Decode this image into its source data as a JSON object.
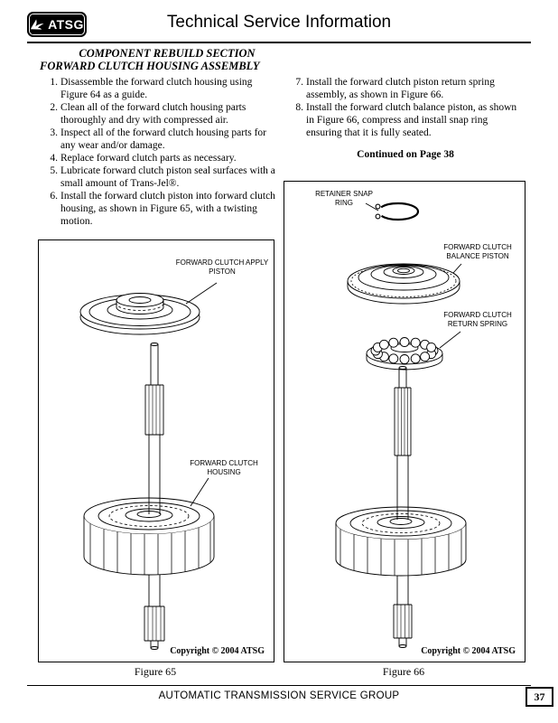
{
  "header": {
    "logo_text": "ATSG",
    "title": "Technical Service Information"
  },
  "section": {
    "title": "COMPONENT REBUILD SECTION",
    "subtitle": "FORWARD CLUTCH HOUSING ASSEMBLY"
  },
  "steps_left": [
    {
      "num": "1.",
      "text": "Disassemble the forward clutch housing using Figure 64 as a guide."
    },
    {
      "num": "2.",
      "text": "Clean all of the forward clutch housing parts thoroughly and dry with compressed air."
    },
    {
      "num": "3.",
      "text": "Inspect all of the forward clutch housing parts for any wear and/or damage."
    },
    {
      "num": "4.",
      "text": "Replace forward clutch parts as necessary."
    },
    {
      "num": "5.",
      "text": "Lubricate forward clutch piston seal surfaces with a small amount of Trans-Jel®."
    },
    {
      "num": "6.",
      "text": "Install the forward clutch piston into forward clutch housing, as shown in Figure 65, with a twisting motion."
    }
  ],
  "steps_right": [
    {
      "num": "7.",
      "text": "Install the forward clutch piston return spring assembly, as shown in Figure 66."
    },
    {
      "num": "8.",
      "text": "Install the forward clutch balance piston, as shown in Figure 66, compress and install snap ring ensuring that it is fully seated."
    }
  ],
  "continued_note": "Continued on Page 38",
  "figure65": {
    "caption": "Figure 65",
    "copyright": "Copyright © 2004 ATSG",
    "labels": {
      "apply_piston": "FORWARD CLUTCH APPLY PISTON",
      "housing": "FORWARD CLUTCH HOUSING"
    }
  },
  "figure66": {
    "caption": "Figure 66",
    "copyright": "Copyright © 2004 ATSG",
    "labels": {
      "retainer_snap_ring": "RETAINER SNAP RING",
      "balance_piston": "FORWARD CLUTCH BALANCE PISTON",
      "return_spring": "FORWARD CLUTCH RETURN SPRING"
    }
  },
  "footer": {
    "text": "AUTOMATIC TRANSMISSION SERVICE GROUP",
    "page_number": "37"
  }
}
